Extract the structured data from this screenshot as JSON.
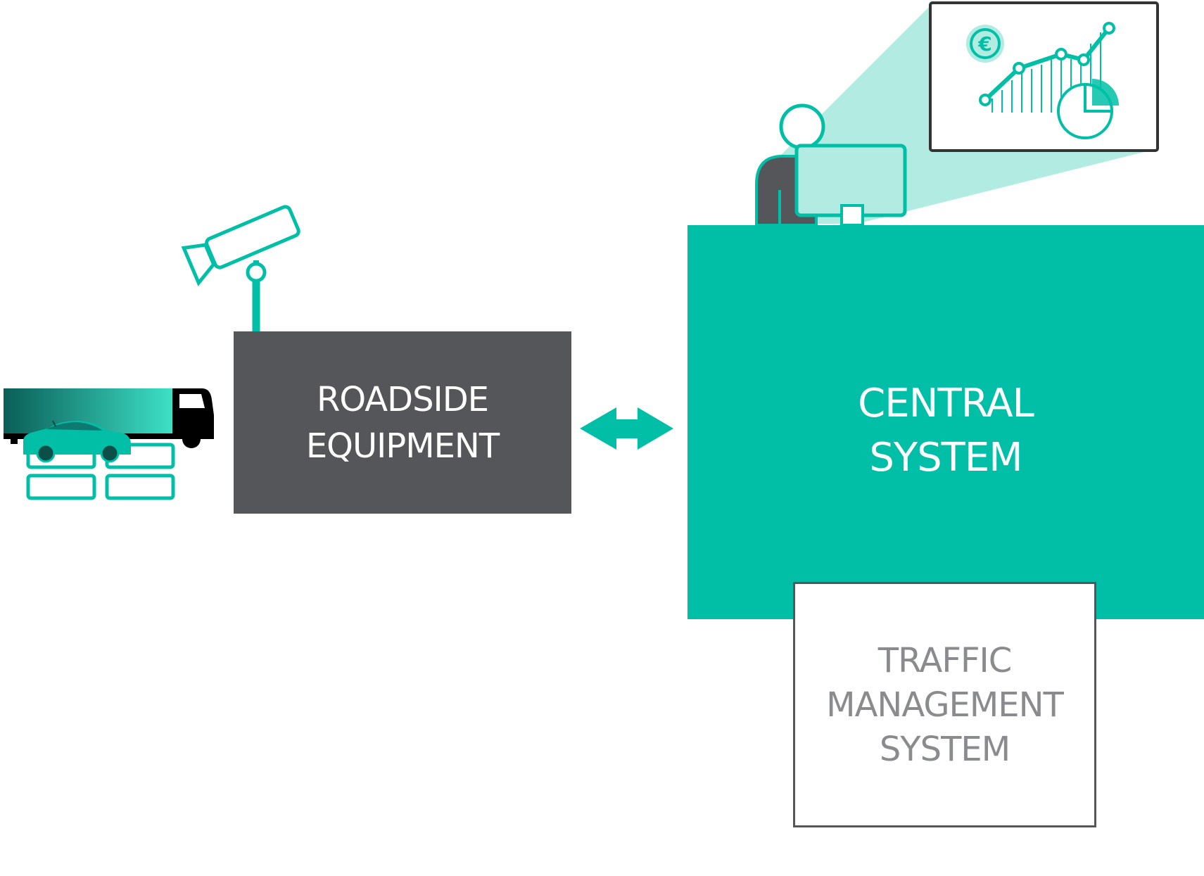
{
  "colors": {
    "teal": "#00bfa6",
    "teal_light": "#b2ebe2",
    "teal_dark": "#03574f",
    "gray_dark": "#55565a",
    "gray_text": "#8a8b8f",
    "white": "#ffffff",
    "black": "#000000"
  },
  "roadside_equipment": {
    "line1": "ROADSIDE",
    "line2": "EQUIPMENT"
  },
  "central_system": {
    "line1": "CENTRAL",
    "line2": "SYSTEM"
  },
  "traffic_management_system": {
    "line1": "TRAFFIC",
    "line2": "MANAGEMENT",
    "line3": "SYSTEM"
  },
  "connector": {
    "type": "bidirectional-arrow",
    "from": "roadside_equipment",
    "to": "central_system"
  },
  "icons": {
    "vehicles": [
      "truck-icon",
      "car-icon",
      "parking-grid-icon"
    ],
    "camera": "surveillance-camera-icon",
    "operator": "operator-at-monitor-icon",
    "dashboard": [
      "euro-coin-icon",
      "line-chart-icon",
      "pie-chart-icon"
    ]
  }
}
